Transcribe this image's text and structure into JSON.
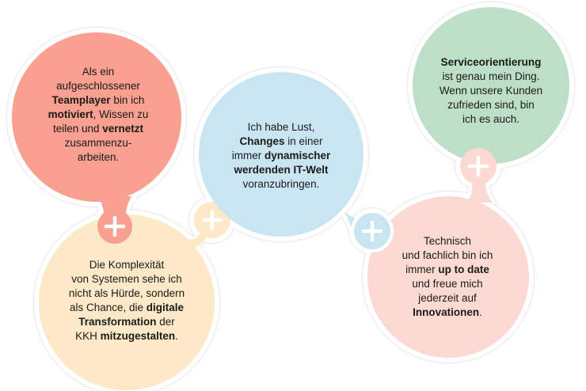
{
  "colors": {
    "salmon": "#f9a090",
    "cream": "#fde9c8",
    "blue": "#c9e5f2",
    "green": "#bddfc7",
    "pink": "#fdd9d4",
    "outline": "#ffffff"
  },
  "bubbles": [
    {
      "id": "teamplayer",
      "color": "salmon",
      "lines": [
        [
          {
            "t": "Als ein",
            "b": false
          }
        ],
        [
          {
            "t": "aufgeschlossener",
            "b": false
          }
        ],
        [
          {
            "t": "Teamplayer",
            "b": true
          },
          {
            "t": " bin ich",
            "b": false
          }
        ],
        [
          {
            "t": "motiviert",
            "b": true
          },
          {
            "t": ", Wissen zu",
            "b": false
          }
        ],
        [
          {
            "t": "teilen und ",
            "b": false
          },
          {
            "t": "vernetzt",
            "b": true
          }
        ],
        [
          {
            "t": "zusammenzu-",
            "b": false
          }
        ],
        [
          {
            "t": "arbeiten.",
            "b": false
          }
        ]
      ]
    },
    {
      "id": "komplexitaet",
      "color": "cream",
      "lines": [
        [
          {
            "t": "Die Komplexität",
            "b": false
          }
        ],
        [
          {
            "t": "von Systemen sehe ich",
            "b": false
          }
        ],
        [
          {
            "t": "nicht als Hürde, sondern",
            "b": false
          }
        ],
        [
          {
            "t": "als Chance, die ",
            "b": false
          },
          {
            "t": "digitale",
            "b": true
          }
        ],
        [
          {
            "t": "Transformation",
            "b": true
          },
          {
            "t": " der",
            "b": false
          }
        ],
        [
          {
            "t": "KKH ",
            "b": false
          },
          {
            "t": "mitzugestalten",
            "b": true
          },
          {
            "t": ".",
            "b": false
          }
        ]
      ]
    },
    {
      "id": "changes",
      "color": "blue",
      "lines": [
        [
          {
            "t": "Ich habe Lust,",
            "b": false
          }
        ],
        [
          {
            "t": "Changes",
            "b": true
          },
          {
            "t": " in einer",
            "b": false
          }
        ],
        [
          {
            "t": "immer ",
            "b": false
          },
          {
            "t": "dynamischer",
            "b": true
          }
        ],
        [
          {
            "t": "werdenden IT-Welt",
            "b": true
          }
        ],
        [
          {
            "t": "voranzubringen.",
            "b": false
          }
        ]
      ]
    },
    {
      "id": "service",
      "color": "green",
      "lines": [
        [
          {
            "t": "Serviceorientierung",
            "b": true
          }
        ],
        [
          {
            "t": "ist genau mein Ding.",
            "b": false
          }
        ],
        [
          {
            "t": "Wenn unsere Kunden",
            "b": false
          }
        ],
        [
          {
            "t": "zufrieden sind, bin",
            "b": false
          }
        ],
        [
          {
            "t": "ich es auch.",
            "b": false
          }
        ]
      ]
    },
    {
      "id": "uptodate",
      "color": "pink",
      "lines": [
        [
          {
            "t": "Technisch",
            "b": false
          }
        ],
        [
          {
            "t": "und fachlich bin ich",
            "b": false
          }
        ],
        [
          {
            "t": "immer ",
            "b": false
          },
          {
            "t": "up to date",
            "b": true
          }
        ],
        [
          {
            "t": "und freue mich",
            "b": false
          }
        ],
        [
          {
            "t": "jederzeit auf",
            "b": false
          }
        ],
        [
          {
            "t": "Innovationen",
            "b": true
          },
          {
            "t": ".",
            "b": false
          }
        ]
      ]
    }
  ],
  "plus_icons": [
    {
      "id": "plus-salmon",
      "color": "salmon",
      "icon": "plus-icon"
    },
    {
      "id": "plus-cream",
      "color": "cream",
      "icon": "plus-icon"
    },
    {
      "id": "plus-blue",
      "color": "blue",
      "icon": "plus-icon"
    },
    {
      "id": "plus-pink",
      "color": "pink",
      "icon": "plus-icon"
    }
  ]
}
